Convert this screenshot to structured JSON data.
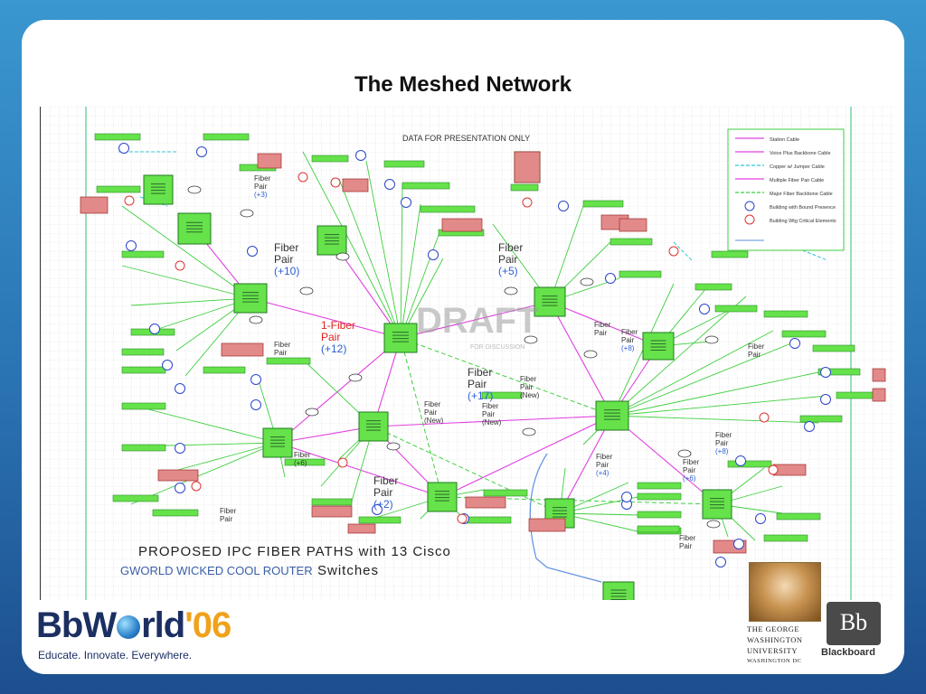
{
  "slide": {
    "title": "The Meshed Network"
  },
  "diagram": {
    "header_note": "DATA FOR PRESENTATION ONLY",
    "watermark": "DRAFT",
    "watermark_sub": "FOR DISCUSSION",
    "caption_main": "PROPOSED  IPC  FIBER  PATHS  with  13  Cisco",
    "caption_switches": "Switches",
    "caption_overlay": "GWORLD WICKED COOL ROUTER",
    "fiber_labels": [
      {
        "lines": [
          "Fiber",
          "Pair",
          "(+10)"
        ]
      },
      {
        "lines": [
          "Fiber",
          "Pair",
          "(+5)"
        ]
      },
      {
        "lines": [
          "1-Fiber",
          "Pair",
          "(+12)"
        ]
      },
      {
        "lines": [
          "Fiber",
          "Pair",
          "(+17)"
        ]
      },
      {
        "lines": [
          "Fiber",
          "Pair",
          "(New)"
        ]
      },
      {
        "lines": [
          "Fiber",
          "Pair",
          "(New)"
        ]
      },
      {
        "lines": [
          "Fiber",
          "Pair",
          "(New)"
        ]
      },
      {
        "lines": [
          "Fiber",
          "Pair",
          "(+2)"
        ]
      },
      {
        "lines": [
          "Fiber",
          "Pair",
          "(+3)"
        ]
      },
      {
        "lines": [
          "Fiber",
          "Pair"
        ]
      },
      {
        "lines": [
          "Fiber",
          "Pair"
        ]
      },
      {
        "lines": [
          "Fiber",
          "Pair"
        ]
      },
      {
        "lines": [
          "Fiber",
          "Pair",
          "(+8)"
        ]
      },
      {
        "lines": [
          "Fiber",
          "Pair",
          "(+4)"
        ]
      },
      {
        "lines": [
          "Fiber",
          "Pair",
          "(+6)"
        ]
      },
      {
        "lines": [
          "Fiber",
          "Pair"
        ]
      },
      {
        "lines": [
          "Fiber",
          "Pair"
        ]
      },
      {
        "lines": [
          "Fiber",
          "Pair",
          "(+8)"
        ]
      },
      {
        "lines": [
          "Fiber",
          "(+6)"
        ]
      }
    ],
    "legend": {
      "items": [
        "Station Cable",
        "Voice Plus Backbone Cable",
        "Copper w/ Jumper Cable",
        "Multiple Fiber Pair Cable",
        "Major Fiber Backbone Cable",
        "Building with Bound Presence",
        "Building Wtg Critical Elements"
      ]
    },
    "colors": {
      "switch_fill": "#66e24a",
      "switch_border": "#1f7a1f",
      "label_green": "#66e24a",
      "label_red": "#e28a8a",
      "link_magenta": "#e040e0",
      "link_green": "#3fcf3f",
      "link_cyan": "#33c7d6",
      "fiber_text_blue": "#2e5fd6",
      "fiber_text_red": "#e0201f"
    }
  },
  "footer": {
    "brand_part1": "BbW",
    "brand_part2": "rld",
    "brand_year": "'06",
    "tagline": "Educate.  Innovate.  Everywhere.",
    "gw_lines": [
      "THE GEORGE",
      "WASHINGTON",
      "UNIVERSITY",
      "WASHINGTON DC"
    ],
    "bb_badge": "Bb",
    "bb_word": "Blackboard"
  }
}
